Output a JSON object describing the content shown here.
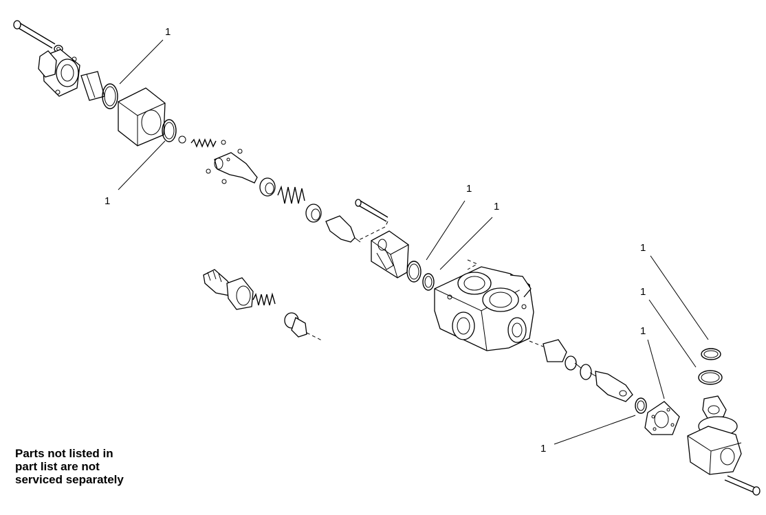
{
  "callouts": [
    "1",
    "1",
    "1",
    "1",
    "1",
    "1",
    "1",
    "1"
  ],
  "note": {
    "line1": "Parts not listed in",
    "line2": "part list are not",
    "line3": "serviced separately"
  }
}
